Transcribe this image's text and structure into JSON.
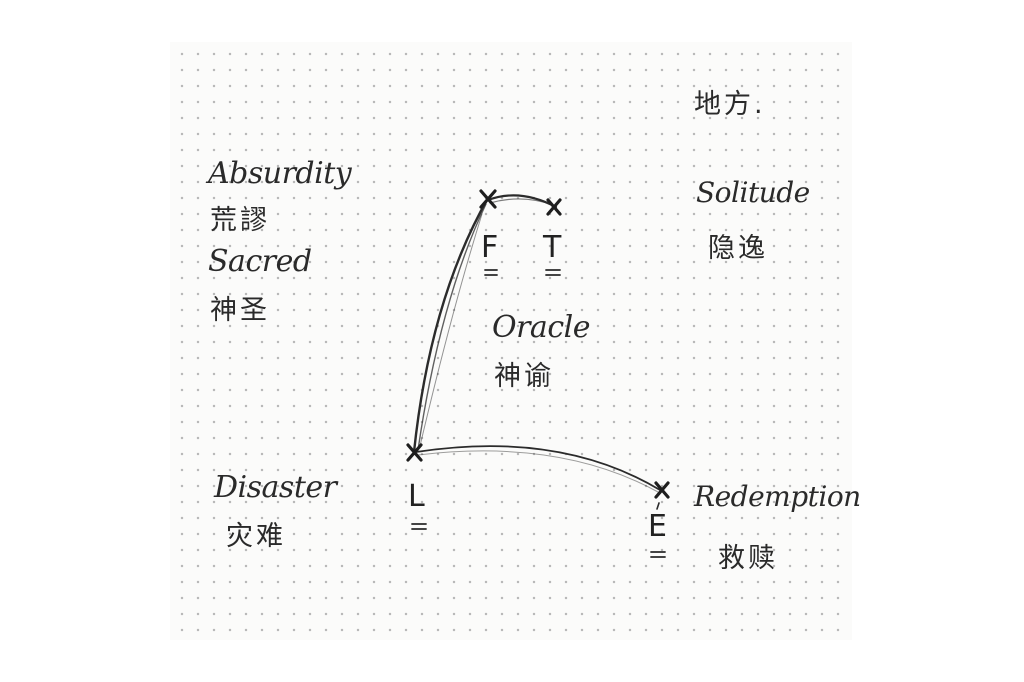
{
  "labels": {
    "place": "地方.",
    "absurdity_en": "Absurdity",
    "absurdity_zh": "荒謬",
    "sacred_en": "Sacred",
    "sacred_zh": "神圣",
    "solitude_en": "Solitude",
    "solitude_zh": "隐逸",
    "oracle_en": "Oracle",
    "oracle_zh": "神谕",
    "disaster_en": "Disaster",
    "disaster_zh": "灾难",
    "redemption_en": "Redemption",
    "redemption_zh": "救赎"
  },
  "nodes": {
    "F": "F",
    "T": "T",
    "L": "L",
    "E": "E"
  },
  "colors": {
    "ink": "#2a2a2a",
    "dot_grid": "#b9b9b9",
    "paper": "#fbfbfa"
  }
}
